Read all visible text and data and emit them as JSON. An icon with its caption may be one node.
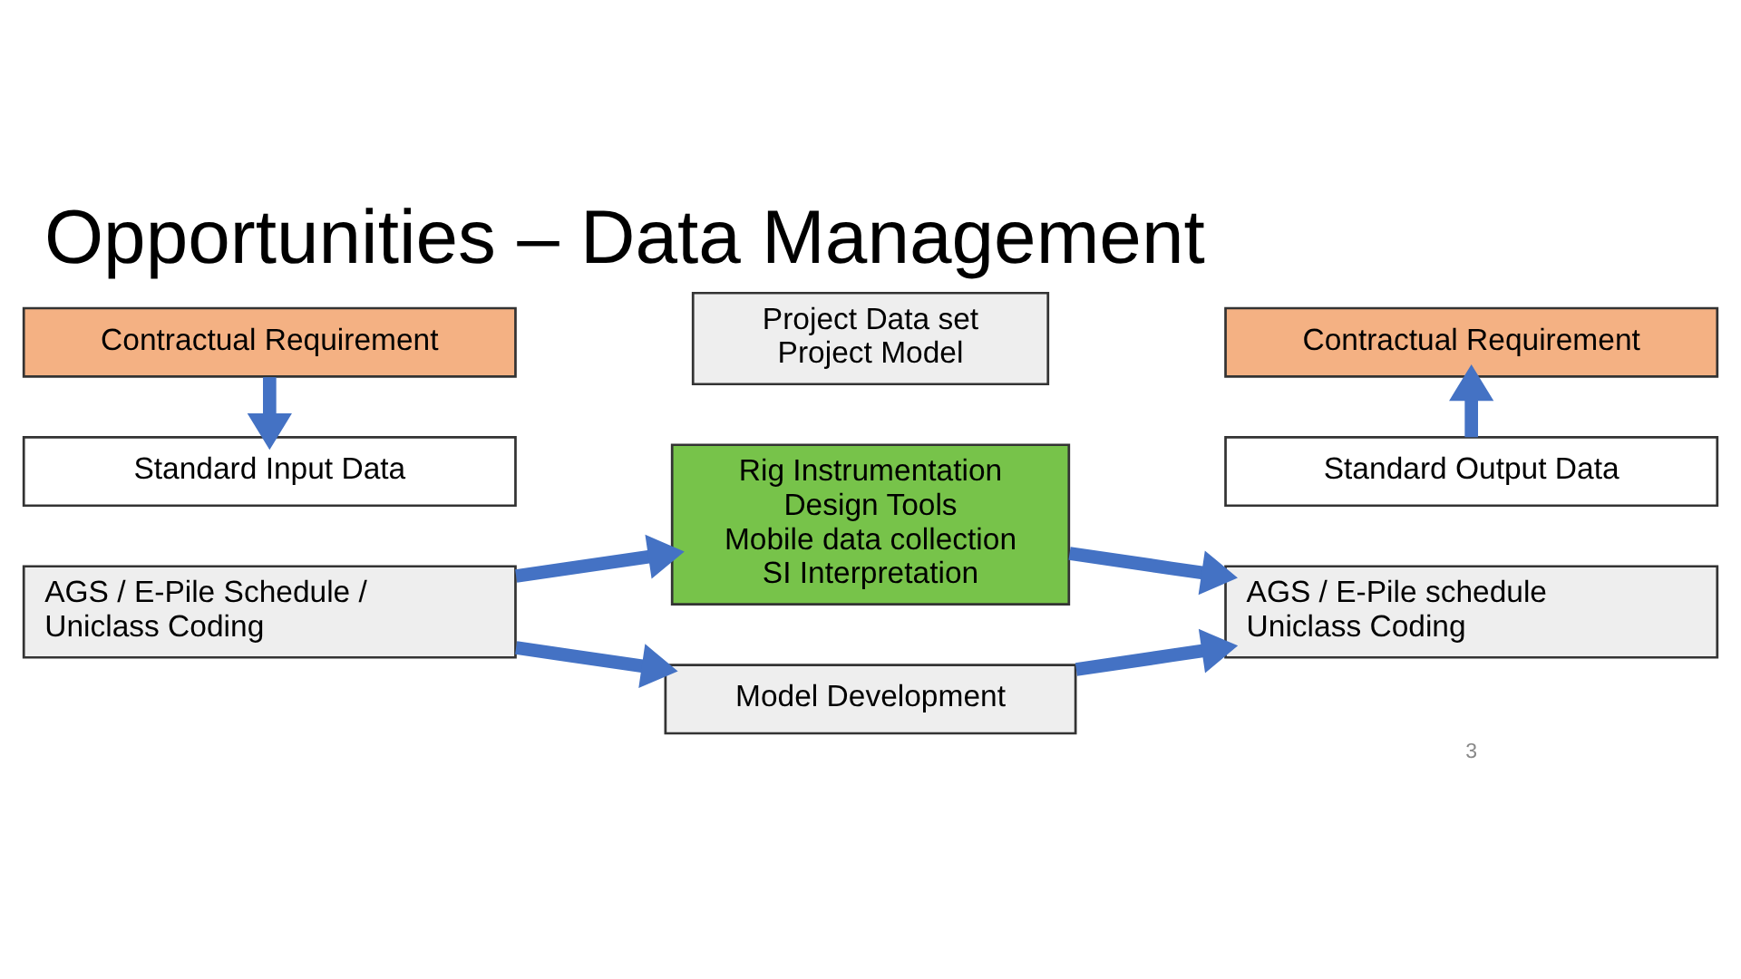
{
  "diagram": {
    "title": "Opportunities – Data Management",
    "nodes": [
      {
        "text": [
          "Contractual Requirement"
        ]
      },
      {
        "text": [
          "Project Data set",
          "Project Model"
        ]
      },
      {
        "text": [
          "Contractual Requirement"
        ]
      },
      {
        "text": [
          "Standard Input Data"
        ]
      },
      {
        "text": [
          "Rig Instrumentation",
          "Design Tools",
          "Mobile data collection",
          "SI Interpretation"
        ]
      },
      {
        "text": [
          "Standard Output Data"
        ]
      },
      {
        "text": [
          "AGS / E-Pile Schedule / Uniclass Coding"
        ]
      },
      {
        "text": [
          "AGS / E-Pile schedule Uniclass Coding"
        ]
      },
      {
        "text": [
          "Model Development"
        ]
      }
    ],
    "edges": [
      {
        "from": 0,
        "to": 3,
        "arrow": "to"
      },
      {
        "from": 6,
        "to": 4,
        "arrow": "to"
      },
      {
        "from": 4,
        "to": 7,
        "arrow": "to"
      },
      {
        "from": 6,
        "to": 8,
        "arrow": "to"
      },
      {
        "from": 8,
        "to": 7,
        "arrow": "to"
      },
      {
        "from": 5,
        "to": 2,
        "arrow": "to"
      }
    ],
    "labels": [
      "3"
    ]
  }
}
